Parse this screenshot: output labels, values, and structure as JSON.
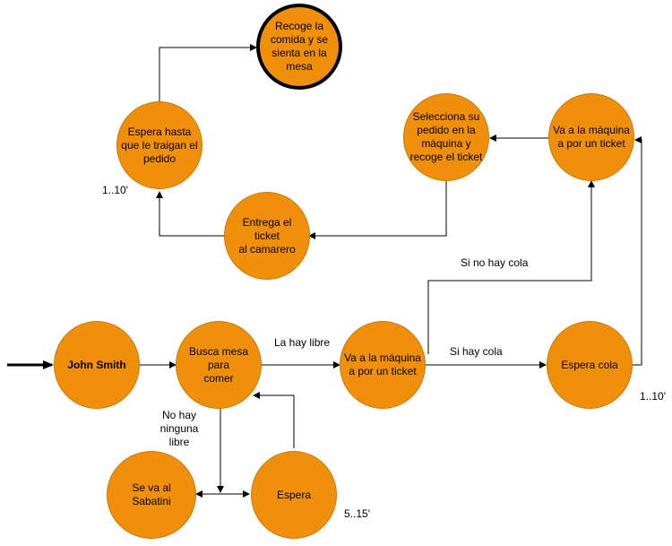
{
  "colors": {
    "node_fill": "#f0900a",
    "node_border": "#c9780a",
    "edge": "#000000"
  },
  "nodes": {
    "recoge": "Recoge la\ncomida y se\nsienta en la\nmesa",
    "espera_pedido": "Espera hasta\nque le traigan el\npedido",
    "selecciona": "Selecciona su\npedido en la\nmáquina y\nrecoge el ticket",
    "maquina_top": "Va a la máquina\na por un ticket",
    "entrega": "Entrega el ticket\nal camarero",
    "john": "John Smith",
    "busca": "Busca mesa para\ncomer",
    "maquina_mid": "Va a la máquina\na por un ticket",
    "espera_cola": "Espera cola",
    "sabatini": "Se va al Sabatini",
    "espera": "Espera"
  },
  "labels": {
    "time_pedido": "1..10'",
    "no_cola": "Si no hay cola",
    "hay_libre": "La hay libre",
    "hay_cola": "Si hay cola",
    "time_cola": "1..10'",
    "no_libre": "No hay\nninguna\nlibre",
    "time_espera": "5..15'"
  }
}
